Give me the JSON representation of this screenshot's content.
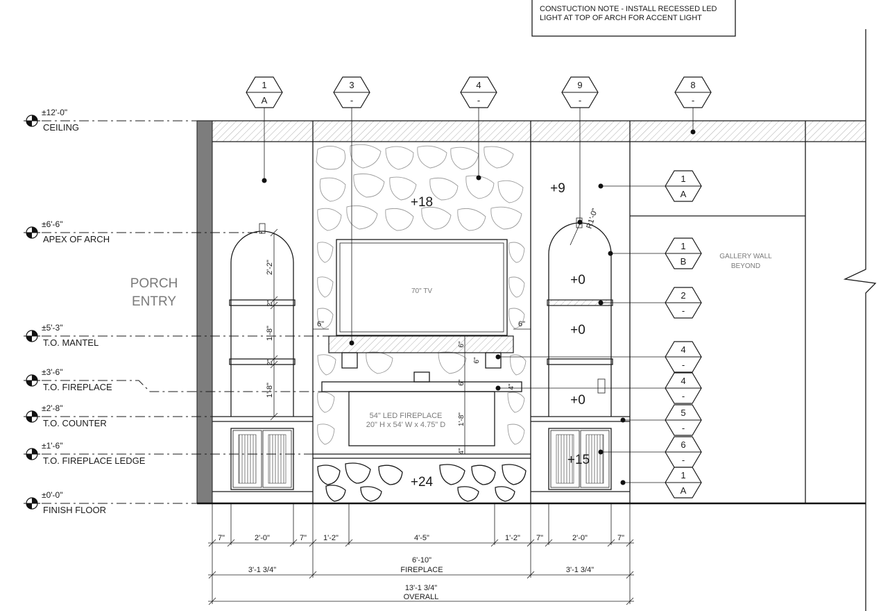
{
  "note": {
    "line1": "CONSTUCTION NOTE - INSTALL RECESSED LED",
    "line2": "LIGHT AT TOP OF ARCH FOR ACCENT LIGHT"
  },
  "levels": [
    {
      "value": "±12'-0\"",
      "name": "CEILING"
    },
    {
      "value": "±6'-6\"",
      "name": "APEX OF ARCH"
    },
    {
      "value": "±5'-3\"",
      "name": "T.O. MANTEL"
    },
    {
      "value": "±3'-6\"",
      "name": "T.O. FIREPLACE"
    },
    {
      "value": "±2'-8\"",
      "name": "T.O. COUNTER"
    },
    {
      "value": "±1'-6\"",
      "name": "T.O. FIREPLACE LEDGE"
    },
    {
      "value": "±0'-0\"",
      "name": "FINISH FLOOR"
    }
  ],
  "tags": {
    "top": [
      {
        "num": "1",
        "letter": "A"
      },
      {
        "num": "3",
        "letter": "-"
      },
      {
        "num": "4",
        "letter": "-"
      },
      {
        "num": "9",
        "letter": "-"
      },
      {
        "num": "8",
        "letter": "-"
      }
    ],
    "right": [
      {
        "num": "1",
        "letter": "A"
      },
      {
        "num": "1",
        "letter": "B"
      },
      {
        "num": "2",
        "letter": "-"
      },
      {
        "num": "4",
        "letter": "-"
      },
      {
        "num": "4",
        "letter": "-"
      },
      {
        "num": "5",
        "letter": "-"
      },
      {
        "num": "6",
        "letter": "-"
      },
      {
        "num": "1",
        "letter": "A"
      }
    ]
  },
  "labels": {
    "porch_line1": "PORCH",
    "porch_line2": "ENTRY",
    "tv": "70\" TV",
    "fireplace_line1": "54\" LED FIREPLACE",
    "fireplace_line2": "20\" H x 54' W x 4.75\" D",
    "gallery_line1": "GALLERY WALL",
    "gallery_line2": "BEYOND",
    "radius": "R1'-0\""
  },
  "heights": {
    "stone_upper": "+18",
    "stone_lower": "+24",
    "upper_right": "+9",
    "shelf_top": "+0",
    "shelf_mid": "+0",
    "shelf_low": "+0",
    "cabinet_right": "+15"
  },
  "vertical_dims": {
    "arch": "2'-2\"",
    "shelf1": "2\"",
    "space1": "1'-8\"",
    "shelf2": "2\"",
    "space2": "1'-8\"",
    "mantel_left": "6\"",
    "mantel_right": "6\"",
    "mantel_thk": "6\"",
    "bracket": "6\"",
    "ledge_thk": "6\"",
    "ledge_gap": "4\"",
    "fireplace_h": "1'-8\"",
    "hearth_gap": "4\""
  },
  "dims_row1": [
    "7\"",
    "2'-0\"",
    "7\"",
    "1'-2\"",
    "4'-5\"",
    "1'-2\"",
    "7\"",
    "2'-0\"",
    "7\""
  ],
  "dims_row2": [
    {
      "value": "3'-1 3/4\"",
      "sub": ""
    },
    {
      "value": "6'-10\"",
      "sub": "FIREPLACE"
    },
    {
      "value": "3'-1 3/4\"",
      "sub": ""
    }
  ],
  "dims_overall": {
    "value": "13'-1 3/4\"",
    "sub": "OVERALL"
  }
}
